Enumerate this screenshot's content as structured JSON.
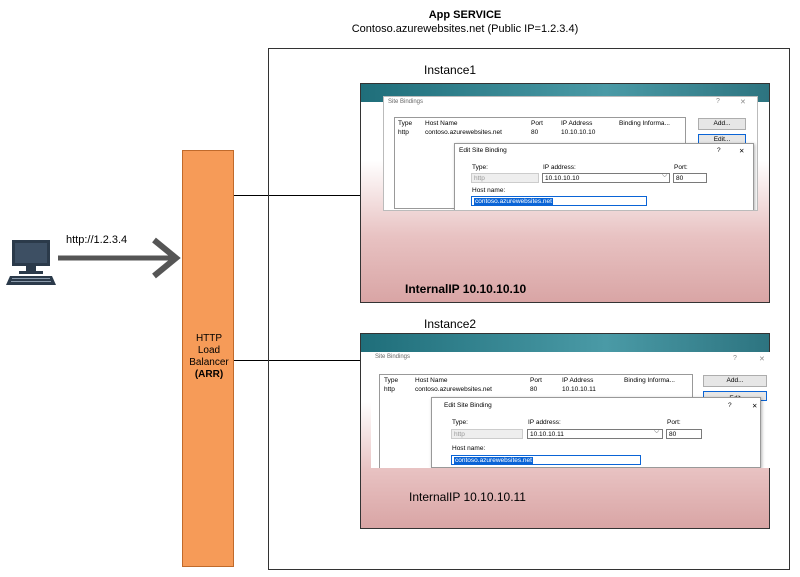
{
  "header": {
    "title": "App SERVICE",
    "subtitle": "Contoso.azurewebsites.net (Public IP=1.2.3.4)"
  },
  "client": {
    "url_label": "http://1.2.3.4"
  },
  "load_balancer": {
    "line1": "HTTP",
    "line2": "Load",
    "line3": "Balancer",
    "line4": "(ARR)"
  },
  "colors": {
    "load_balancer": "#f69b58",
    "arrow": "#555555",
    "banner": "#2d7480"
  },
  "instances": [
    {
      "label": "Instance1",
      "internal_ip": "InternalIP 10.10.10.10",
      "site_bindings": {
        "title": "Site Bindings",
        "help": "?",
        "close": "✕",
        "columns": [
          "Type",
          "Host Name",
          "Port",
          "IP Address",
          "Binding Informa..."
        ],
        "row": [
          "http",
          "contoso.azurewebsites.net",
          "80",
          "10.10.10.10",
          ""
        ],
        "add_button": "Add...",
        "edit_button": "Edit..."
      },
      "edit_dialog": {
        "title": "Edit Site Binding",
        "help": "?",
        "close": "✕",
        "type_label": "Type:",
        "type_value": "http",
        "ip_label": "IP address:",
        "ip_value": "10.10.10.10",
        "port_label": "Port:",
        "port_value": "80",
        "host_label": "Host name:",
        "host_value": "contoso.azurewebsites.net"
      }
    },
    {
      "label": "Instance2",
      "internal_ip": "InternalIP 10.10.10.11",
      "site_bindings": {
        "title": "Site Bindings",
        "help": "?",
        "close": "✕",
        "columns": [
          "Type",
          "Host Name",
          "Port",
          "IP Address",
          "Binding Informa..."
        ],
        "row": [
          "http",
          "contoso.azurewebsites.net",
          "80",
          "10.10.10.11",
          ""
        ],
        "add_button": "Add...",
        "edit_button": "Edit"
      },
      "edit_dialog": {
        "title": "Edit Site Binding",
        "help": "?",
        "close": "✕",
        "type_label": "Type:",
        "type_value": "http",
        "ip_label": "IP address:",
        "ip_value": "10.10.10.11",
        "port_label": "Port:",
        "port_value": "80",
        "host_label": "Host name:",
        "host_value": "contoso.azurewebsites.net"
      }
    }
  ]
}
